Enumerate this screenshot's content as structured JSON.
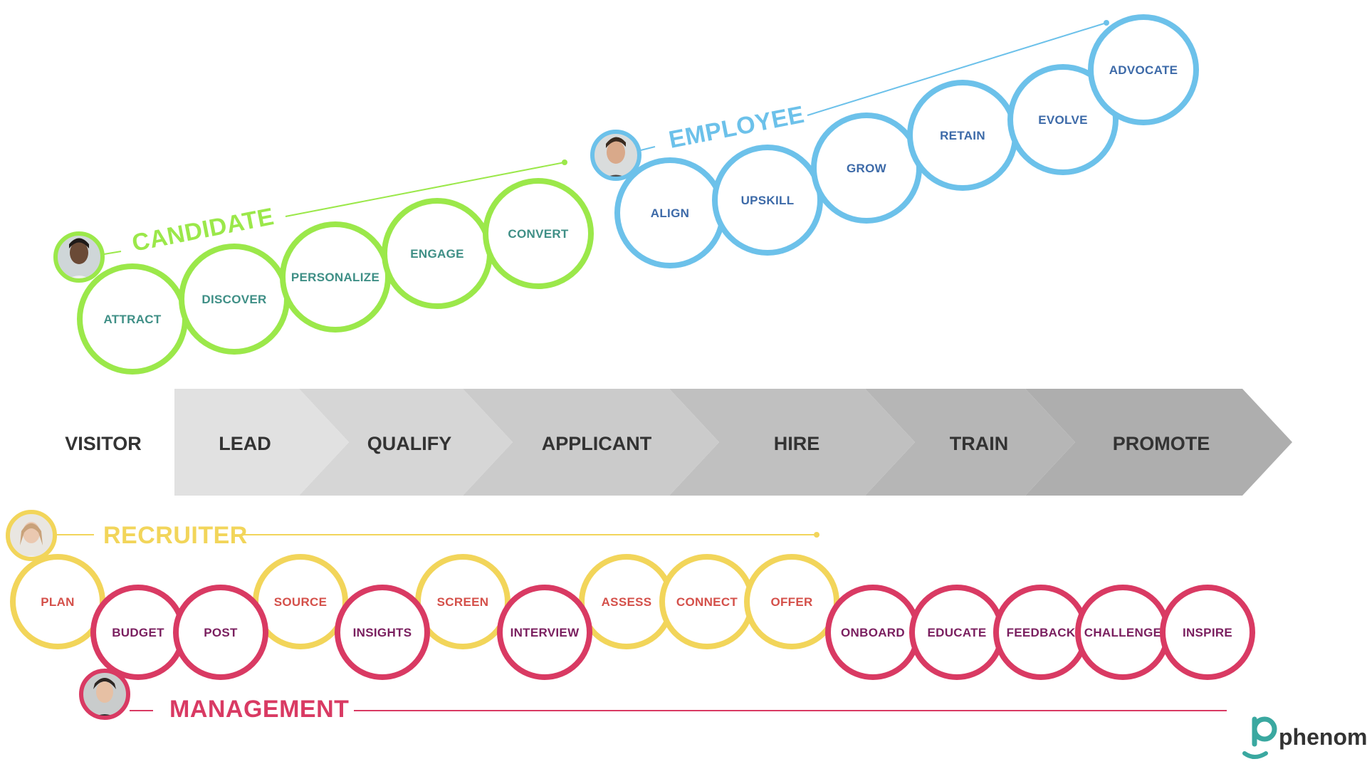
{
  "colors": {
    "candidate": "#9be84a",
    "employee": "#6cc1ea",
    "recruiter": "#f2d55a",
    "management": "#d93a63",
    "candidate_text": "#3f8f86",
    "employee_text": "#3d6aa8",
    "recruiter_text": "#d4504a",
    "management_text": "#7a1f5f",
    "bar_text": "#333333",
    "logo_mark": "#3aa8a0"
  },
  "roles": {
    "candidate": "CANDIDATE",
    "employee": "EMPLOYEE",
    "recruiter": "RECRUITER",
    "management": "MANAGEMENT"
  },
  "avatars": {
    "candidate": "candidate-avatar",
    "employee": "employee-avatar",
    "recruiter": "recruiter-avatar",
    "management": "management-avatar"
  },
  "candidate_steps": [
    "ATTRACT",
    "DISCOVER",
    "PERSONALIZE",
    "ENGAGE",
    "CONVERT"
  ],
  "employee_steps": [
    "ALIGN",
    "UPSKILL",
    "GROW",
    "RETAIN",
    "EVOLVE",
    "ADVOCATE"
  ],
  "recruiter_steps": [
    "PLAN",
    "SOURCE",
    "SCREEN",
    "ASSESS",
    "CONNECT",
    "OFFER"
  ],
  "management_steps": [
    "BUDGET",
    "POST",
    "INSIGHTS",
    "INTERVIEW",
    "ONBOARD",
    "EDUCATE",
    "FEEDBACK",
    "CHALLENGE",
    "INSPIRE"
  ],
  "stages": [
    "VISITOR",
    "LEAD",
    "QUALIFY",
    "APPLICANT",
    "HIRE",
    "TRAIN",
    "PROMOTE"
  ],
  "logo": {
    "text": "phenom",
    "icon": "phenom-logo-icon"
  }
}
